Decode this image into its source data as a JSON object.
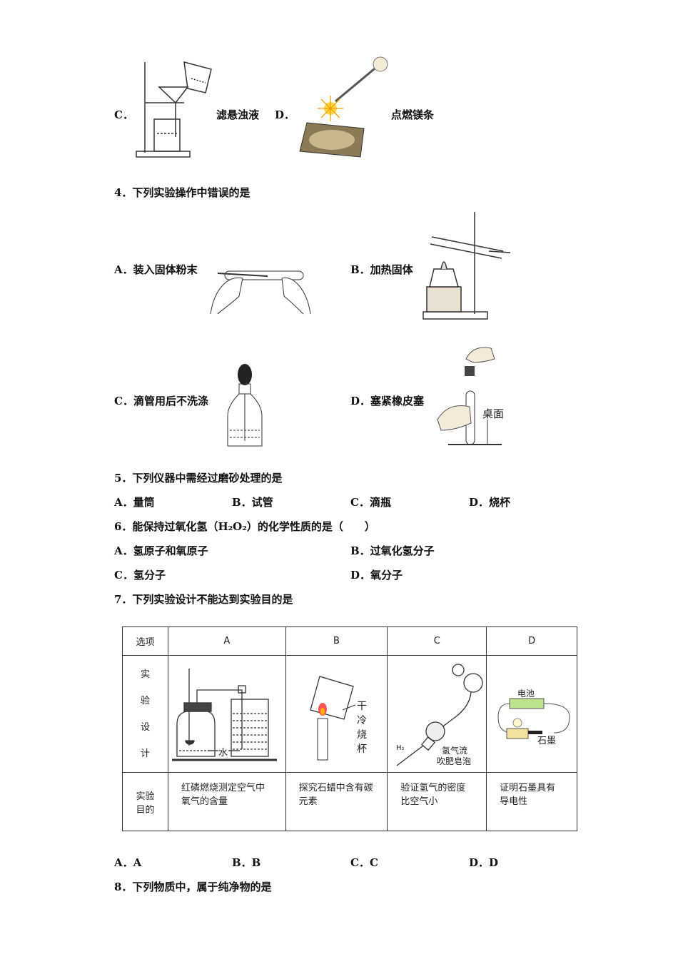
{
  "q3_tail": {
    "c": {
      "letter": "C．",
      "text": "滤悬浊液"
    },
    "d": {
      "letter": "D．",
      "text": "点燃镁条"
    }
  },
  "q4": {
    "stem": "4．下列实验操作中错误的是",
    "a": "A．装入固体粉末",
    "b": "B．加热固体",
    "c": "C．滴管用后不洗涤",
    "d": "D．塞紧橡皮塞",
    "d_label": "桌面"
  },
  "q5": {
    "stem": "5．下列仪器中需经过磨砂处理的是",
    "options": [
      "A．量筒",
      "B．试管",
      "C．滴瓶",
      "D．烧杯"
    ]
  },
  "q6": {
    "stem": "6．能保持过氧化氢（H₂O₂）的化学性质的是（　　）",
    "options": [
      "A．氢原子和氧原子",
      "B．过氧化氢分子",
      "C．氢分子",
      "D．氧分子"
    ]
  },
  "q7": {
    "stem": "7．下列实验设计不能达到实验目的是",
    "table": {
      "header": [
        "选项",
        "A",
        "B",
        "C",
        "D"
      ],
      "design_label": [
        "实",
        "验",
        "设",
        "计"
      ],
      "goal_label": "实验目的",
      "goals": [
        "红磷燃烧测定空气中氧气的含量",
        "探究石蜡中含有碳元素",
        "验证氢气的密度比空气小",
        "证明石墨具有导电性"
      ],
      "figure_labels": {
        "a_water": "水",
        "b_beaker": "干冷烧杯",
        "c_flow": "氢气流",
        "c_bubble": "吹肥皂泡",
        "c_h2": "H₂",
        "d_battery": "电池",
        "d_graphite": "石墨"
      }
    },
    "options": [
      "A．A",
      "B．B",
      "C．C",
      "D．D"
    ]
  },
  "q8": {
    "stem": "8．下列物质中，属于纯净物的是"
  }
}
